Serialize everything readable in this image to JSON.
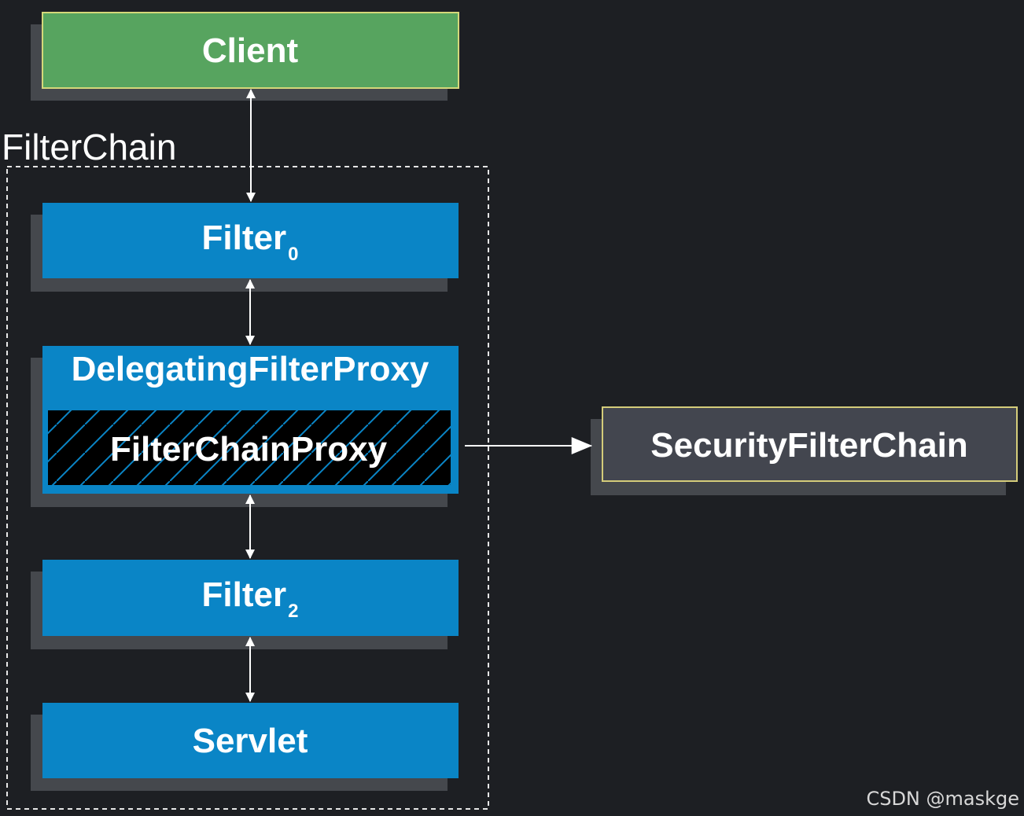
{
  "diagram": {
    "client_label": "Client",
    "filterchain_label": "FilterChain",
    "filter0": {
      "text": "Filter",
      "subscript": "0"
    },
    "delegating_label": "DelegatingFilterProxy",
    "filterchainproxy_label": "FilterChainProxy",
    "filter2": {
      "text": "Filter",
      "subscript": "2"
    },
    "servlet_label": "Servlet",
    "security_label": "SecurityFilterChain"
  },
  "colors": {
    "background": "#1d1f23",
    "client_fill": "#57a45f",
    "client_border": "#d4d87a",
    "filter_fill": "#0a85c6",
    "shadow": "#45484d",
    "security_fill": "#43464f",
    "security_border": "#d4cc7a",
    "connector": "#ffffff",
    "hatch": "#0a85c6"
  },
  "watermark": "CSDN @maskge"
}
